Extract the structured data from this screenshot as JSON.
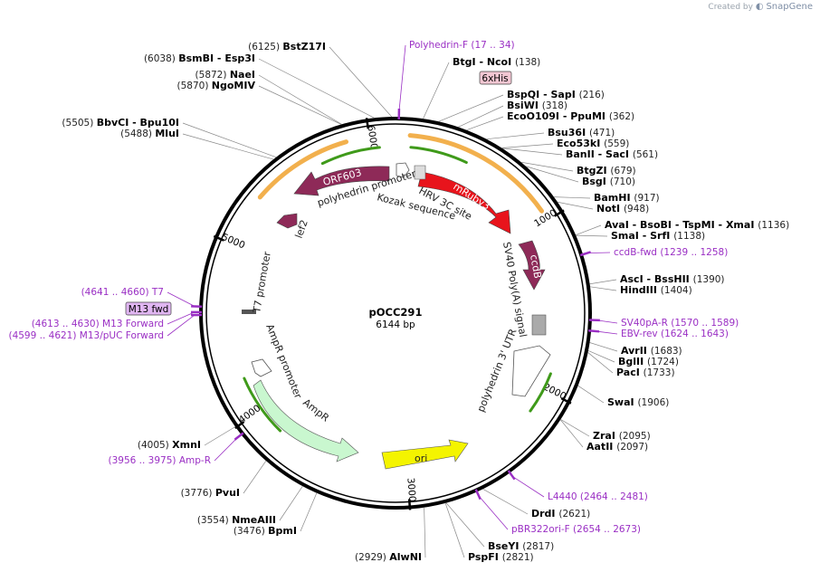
{
  "watermark": {
    "prefix": "Created by",
    "brand": "SnapGene"
  },
  "plasmid": {
    "name": "pOCC291",
    "size": "6144 bp",
    "length": 6144
  },
  "ticks": [
    {
      "label": "1000",
      "bp": 1000
    },
    {
      "label": "2000",
      "bp": 2000
    },
    {
      "label": "3000",
      "bp": 3000
    },
    {
      "label": "4000",
      "bp": 4000
    },
    {
      "label": "5000",
      "bp": 5000
    },
    {
      "label": "6000",
      "bp": 6000
    }
  ],
  "enzymes": [
    {
      "pos": "(6125)",
      "names": [
        "BstZ17I"
      ]
    },
    {
      "pos": "(6038)",
      "names": [
        "BsmBI",
        "Esp3I"
      ]
    },
    {
      "pos": "(5872)",
      "names": [
        "NaeI"
      ]
    },
    {
      "pos": "(5870)",
      "names": [
        "NgoMIV"
      ]
    },
    {
      "pos": "(5505)",
      "names": [
        "BbvCI",
        "Bpu10I"
      ]
    },
    {
      "pos": "(5488)",
      "names": [
        "MluI"
      ]
    },
    {
      "pos": "(138)",
      "names": [
        "BtgI",
        "NcoI"
      ]
    },
    {
      "pos": "(216)",
      "names": [
        "BspQI",
        "SapI"
      ]
    },
    {
      "pos": "(318)",
      "names": [
        "BsiWI"
      ]
    },
    {
      "pos": "(362)",
      "names": [
        "EcoO109I",
        "PpuMI"
      ]
    },
    {
      "pos": "(471)",
      "names": [
        "Bsu36I"
      ]
    },
    {
      "pos": "(559)",
      "names": [
        "Eco53kI"
      ]
    },
    {
      "pos": "(561)",
      "names": [
        "BanII",
        "SacI"
      ]
    },
    {
      "pos": "(679)",
      "names": [
        "BtgZI"
      ]
    },
    {
      "pos": "(710)",
      "names": [
        "BsgI"
      ]
    },
    {
      "pos": "(917)",
      "names": [
        "BamHI"
      ]
    },
    {
      "pos": "(948)",
      "names": [
        "NotI"
      ]
    },
    {
      "pos": "(1136)",
      "names": [
        "AvaI",
        "BsoBI",
        "TspMI",
        "XmaI"
      ]
    },
    {
      "pos": "(1138)",
      "names": [
        "SmaI",
        "SrfI"
      ]
    },
    {
      "pos": "(1390)",
      "names": [
        "AscI",
        "BssHII"
      ]
    },
    {
      "pos": "(1404)",
      "names": [
        "HindIII"
      ]
    },
    {
      "pos": "(1683)",
      "names": [
        "AvrII"
      ]
    },
    {
      "pos": "(1724)",
      "names": [
        "BglII"
      ]
    },
    {
      "pos": "(1733)",
      "names": [
        "PacI"
      ]
    },
    {
      "pos": "(1906)",
      "names": [
        "SwaI"
      ]
    },
    {
      "pos": "(2095)",
      "names": [
        "ZraI"
      ]
    },
    {
      "pos": "(2097)",
      "names": [
        "AatII"
      ]
    },
    {
      "pos": "(2621)",
      "names": [
        "DrdI"
      ]
    },
    {
      "pos": "(2817)",
      "names": [
        "BseYI"
      ]
    },
    {
      "pos": "(2821)",
      "names": [
        "PspFI"
      ]
    },
    {
      "pos": "(2929)",
      "names": [
        "AlwNI"
      ]
    },
    {
      "pos": "(3476)",
      "names": [
        "BpmI"
      ]
    },
    {
      "pos": "(3554)",
      "names": [
        "NmeAIII"
      ]
    },
    {
      "pos": "(3776)",
      "names": [
        "PvuI"
      ]
    },
    {
      "pos": "(4005)",
      "names": [
        "XmnI"
      ]
    }
  ],
  "primers": [
    {
      "name": "Polyhedrin-F",
      "range": "(17 .. 34)"
    },
    {
      "name": "ccdB-fwd",
      "range": "(1239 .. 1258)"
    },
    {
      "name": "SV40pA-R",
      "range": "(1570 .. 1589)"
    },
    {
      "name": "EBV-rev",
      "range": "(1624 .. 1643)"
    },
    {
      "name": "L4440",
      "range": "(2464 .. 2481)"
    },
    {
      "name": "pBR322ori-F",
      "range": "(2654 .. 2673)"
    },
    {
      "name": "Amp-R",
      "range": "(3956 .. 3975)"
    },
    {
      "name": "T7",
      "range": "(4641 .. 4660)"
    },
    {
      "name": "M13 Forward",
      "range": "(4613 .. 4630)"
    },
    {
      "name": "M13/pUC Forward",
      "range": "(4599 .. 4621)"
    }
  ],
  "boxed_labels": {
    "his": "6xHis",
    "m13fwd": "M13 fwd"
  },
  "features": {
    "orf603": "ORF603",
    "mruby3": "mRuby3",
    "ccdb": "ccdB",
    "lef2": "lef2",
    "polyhedrin_promoter": "polyhedrin promoter",
    "hrv3c": "HRV 3C site",
    "kozak": "Kozak sequence",
    "sv40": "SV40 Poly(A) signal",
    "polyhedrin_utr": "polyhedrin 3' UTR",
    "t7_promoter": "T7 promoter",
    "ampr_promoter": "AmpR promoter",
    "ampr": "AmpR",
    "ori": "ori"
  },
  "colors": {
    "mruby3": "#e8141c",
    "orf603": "#8e2a58",
    "ori": "#f4f400",
    "ampr": "#c9f7cf",
    "primer": "#9a2fc4",
    "orange": "#f2b04d",
    "green": "#3f9a1a"
  }
}
